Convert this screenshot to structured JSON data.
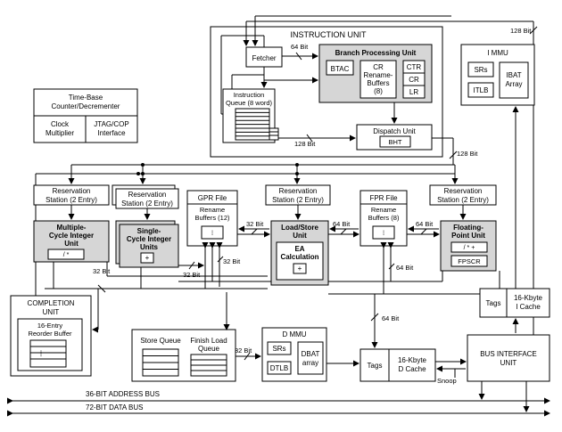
{
  "instruction_unit": {
    "title": "INSTRUCTION UNIT",
    "fetcher": "Fetcher",
    "branch_title": "Branch Processing Unit",
    "btac": "BTAC",
    "cr_rename": [
      "CR",
      "Rename-",
      "Buffers",
      "(8)"
    ],
    "ctr": "CTR",
    "cr": "CR",
    "lr": "LR",
    "iq": [
      "Instruction",
      "Queue (8 word)"
    ],
    "dispatch": "Dispatch Unit",
    "bht": "BHT",
    "bus_64": "64 Bit",
    "bus_128": "128 Bit"
  },
  "immu": {
    "title": "I MMU",
    "srs": "SRs",
    "itlb": "ITLB",
    "ibat": [
      "IBAT",
      "Array"
    ],
    "bus_128": "128 Bit"
  },
  "timebase": {
    "title": [
      "Time-Base",
      "Counter/Decrementer"
    ],
    "clock": [
      "Clock",
      "Multiplier"
    ],
    "jtag": [
      "JTAG/COP",
      "Interface"
    ]
  },
  "dispatch_bus": "128 Bit",
  "rs": {
    "mciu": [
      "Reservation",
      "Station (2 Entry)"
    ],
    "sciu": [
      "Reservation",
      "Station (2 Entry)"
    ],
    "lsu": [
      "Reservation",
      "Station (2 Entry)"
    ],
    "fpu": [
      "Reservation",
      "Station (2 Entry)"
    ]
  },
  "mciu": {
    "title": [
      "Multiple-",
      "Cycle Integer",
      "Unit"
    ],
    "ops": "/    *"
  },
  "sciu": {
    "title": [
      "Single-",
      "Cycle Integer",
      "Units"
    ],
    "ops": "+"
  },
  "gpr": {
    "title": "GPR File",
    "rename": [
      "Rename",
      "Buffers (12)"
    ]
  },
  "lsu": {
    "title": [
      "Load/Store",
      "Unit"
    ],
    "ea": [
      "EA",
      "Calculation"
    ],
    "ops": "+"
  },
  "fpr": {
    "title": "FPR File",
    "rename": [
      "Rename",
      "Buffers (8)"
    ]
  },
  "fpu": {
    "title": [
      "Floating-",
      "Point Unit"
    ],
    "ops": "/   *   +",
    "fpscr": "FPSCR"
  },
  "bus_labels": {
    "b32_left": "32 Bit",
    "b32_sciu": "32 Bit",
    "b32_gpr": "32 Bit",
    "b32_gpr_down": "32 Bit",
    "b64_fpr": "64 Bit",
    "b64_lsu_fpr": "64 Bit",
    "b64_fpr_down": "64 Bit",
    "b64_down": "64 Bit",
    "b32_queue": "32 Bit"
  },
  "completion": {
    "title": [
      "COMPLETION",
      "UNIT"
    ],
    "buffer": [
      "16-Entry",
      "Reorder Buffer"
    ]
  },
  "queues": {
    "store": "Store Queue",
    "finish": [
      "Finish Load",
      "Queue"
    ]
  },
  "dmmu": {
    "title": "D MMU",
    "srs": "SRs",
    "dtlb": "DTLB",
    "dbat": [
      "DBAT",
      "array"
    ]
  },
  "dcache": {
    "tags": "Tags",
    "cache": [
      "16-Kbyte",
      "D Cache"
    ]
  },
  "icache": {
    "tags": "Tags",
    "cache": [
      "16-Kbyte",
      "I Cache"
    ]
  },
  "biu": {
    "title": [
      "BUS INTERFACE",
      "UNIT"
    ],
    "snoop": "Snoop"
  },
  "buses": {
    "address": "36-BIT ADDRESS BUS",
    "data": "72-BIT DATA BUS"
  }
}
